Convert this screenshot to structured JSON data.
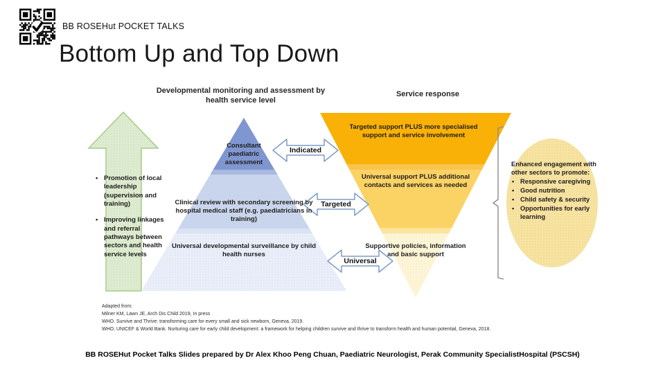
{
  "header": {
    "series_title": "BB ROSEHut POCKET TALKS",
    "slide_title": "Bottom Up and Top Down"
  },
  "diagram": {
    "left_heading": "Developmental monitoring and assessment by health service level",
    "right_heading": "Service response",
    "pyramid_levels": [
      {
        "label": "Consultant paediatric assessment"
      },
      {
        "label": "Clinical review with secondary screening by hospital medical staff (e.g. paediatricians in training)"
      },
      {
        "label": "Universal developmental surveillance by child health nurses"
      }
    ],
    "funnel_levels": [
      {
        "label": "Targeted support PLUS more specialised support and service involvement"
      },
      {
        "label": "Universal support PLUS additional contacts and services as needed"
      },
      {
        "label": "Supportive policies, information and basic support"
      }
    ],
    "flow_arrows": [
      {
        "label": "Indicated"
      },
      {
        "label": "Targeted"
      },
      {
        "label": "Universal"
      }
    ],
    "left_callout_bullets": [
      "Promotion of local leadership (supervision and training)",
      "Improving linkages and referral pathways between sectors and health service levels"
    ],
    "right_callout": {
      "intro": "Enhanced engagement with other sectors to promote:",
      "bullets": [
        "Responsive caregiving",
        "Good nutrition",
        "Child safety & security",
        "Opportunities for early learning"
      ]
    }
  },
  "footer": {
    "citation_lines": [
      "Adapted from:",
      "Milner KM, Lawn JE, Arch Dis Child 2019, In press",
      "WHO. Survive and Thrive: transforming care for every small and sick newborn, Geneva, 2019.",
      "WHO, UNICEF & World Bank. Nurturing care for early child development: a framework for helping children survive and thrive to transform health and human potential, Geneva, 2018."
    ],
    "credit": "BB ROSEHut Pocket Talks Slides prepared by Dr Alex Khoo Peng Chuan, Paediatric Neurologist, Perak Community SpecialistHospital (PSCSH)"
  },
  "colors": {
    "pyramid_top": "#8096d0",
    "pyramid_mid": "#c9d5ed",
    "pyramid_base": "#e9eef8",
    "funnel_top": "#f9b108",
    "funnel_mid": "#fbd264",
    "funnel_base": "#fdf5d8",
    "green_arrow": "#ddebd1",
    "green_arrow_border": "#a5c885",
    "ellipse": "#f7e3a2",
    "arrow_outline": "#7d9bc7"
  }
}
